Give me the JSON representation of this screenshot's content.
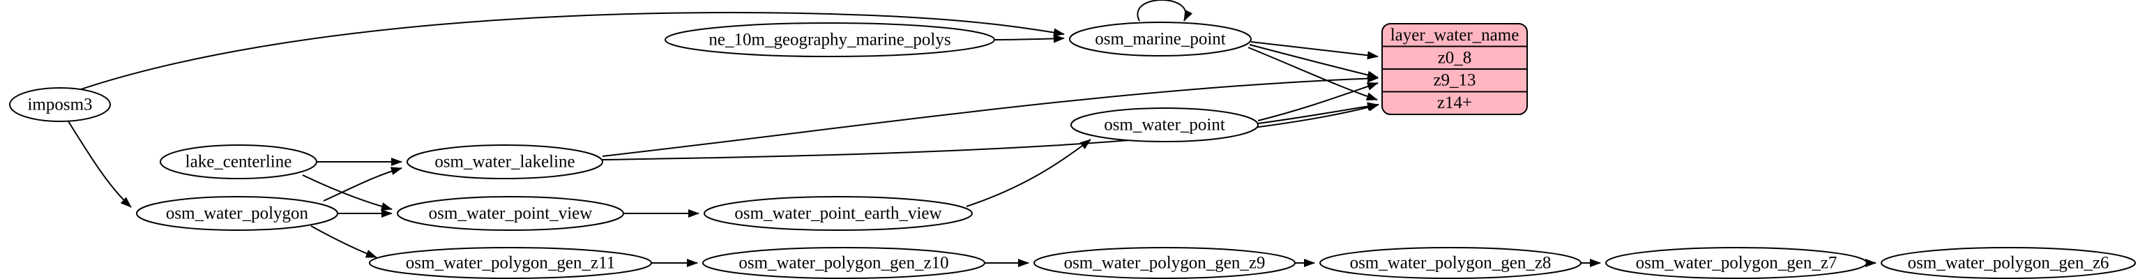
{
  "diagram": {
    "type": "etl-graph",
    "nodes": [
      {
        "id": "imposm3",
        "label": "imposm3"
      },
      {
        "id": "ne_10m_geography_marine_polys",
        "label": "ne_10m_geography_marine_polys"
      },
      {
        "id": "osm_marine_point",
        "label": "osm_marine_point"
      },
      {
        "id": "osm_water_point",
        "label": "osm_water_point"
      },
      {
        "id": "lake_centerline",
        "label": "lake_centerline"
      },
      {
        "id": "osm_water_lakeline",
        "label": "osm_water_lakeline"
      },
      {
        "id": "osm_water_polygon",
        "label": "osm_water_polygon"
      },
      {
        "id": "osm_water_point_view",
        "label": "osm_water_point_view"
      },
      {
        "id": "osm_water_point_earth_view",
        "label": "osm_water_point_earth_view"
      },
      {
        "id": "osm_water_polygon_gen_z11",
        "label": "osm_water_polygon_gen_z11"
      },
      {
        "id": "osm_water_polygon_gen_z10",
        "label": "osm_water_polygon_gen_z10"
      },
      {
        "id": "osm_water_polygon_gen_z9",
        "label": "osm_water_polygon_gen_z9"
      },
      {
        "id": "osm_water_polygon_gen_z8",
        "label": "osm_water_polygon_gen_z8"
      },
      {
        "id": "osm_water_polygon_gen_z7",
        "label": "osm_water_polygon_gen_z7"
      },
      {
        "id": "osm_water_polygon_gen_z6",
        "label": "osm_water_polygon_gen_z6"
      }
    ],
    "layer_node": {
      "id": "layer_water_name",
      "title": "layer_water_name",
      "rows": [
        "z0_8",
        "z9_13",
        "z14+"
      ],
      "fill": "#ffb6c1"
    },
    "edges": [
      {
        "from": "imposm3",
        "to": "osm_marine_point"
      },
      {
        "from": "imposm3",
        "to": "osm_water_polygon"
      },
      {
        "from": "ne_10m_geography_marine_polys",
        "to": "osm_marine_point"
      },
      {
        "from": "osm_marine_point",
        "to": "osm_marine_point"
      },
      {
        "from": "osm_marine_point",
        "to": "layer_water_name.z0_8"
      },
      {
        "from": "osm_marine_point",
        "to": "layer_water_name.z9_13"
      },
      {
        "from": "osm_marine_point",
        "to": "layer_water_name.z14+"
      },
      {
        "from": "osm_water_point",
        "to": "layer_water_name.z9_13"
      },
      {
        "from": "osm_water_point",
        "to": "layer_water_name.z14+"
      },
      {
        "from": "osm_water_lakeline",
        "to": "layer_water_name.z9_13"
      },
      {
        "from": "osm_water_lakeline",
        "to": "layer_water_name.z14+"
      },
      {
        "from": "lake_centerline",
        "to": "osm_water_lakeline"
      },
      {
        "from": "lake_centerline",
        "to": "osm_water_point_view"
      },
      {
        "from": "osm_water_polygon",
        "to": "osm_water_lakeline"
      },
      {
        "from": "osm_water_polygon",
        "to": "osm_water_point_view"
      },
      {
        "from": "osm_water_polygon",
        "to": "osm_water_polygon_gen_z11"
      },
      {
        "from": "osm_water_point_view",
        "to": "osm_water_point_earth_view"
      },
      {
        "from": "osm_water_point_earth_view",
        "to": "osm_water_point"
      },
      {
        "from": "osm_water_polygon_gen_z11",
        "to": "osm_water_polygon_gen_z10"
      },
      {
        "from": "osm_water_polygon_gen_z10",
        "to": "osm_water_polygon_gen_z9"
      },
      {
        "from": "osm_water_polygon_gen_z9",
        "to": "osm_water_polygon_gen_z8"
      },
      {
        "from": "osm_water_polygon_gen_z8",
        "to": "osm_water_polygon_gen_z7"
      },
      {
        "from": "osm_water_polygon_gen_z7",
        "to": "osm_water_polygon_gen_z6"
      }
    ]
  },
  "colors": {
    "background": "#ffffff",
    "node_fill": "#ffffff",
    "stroke": "#000000",
    "layer_fill": "#ffb6c1"
  }
}
